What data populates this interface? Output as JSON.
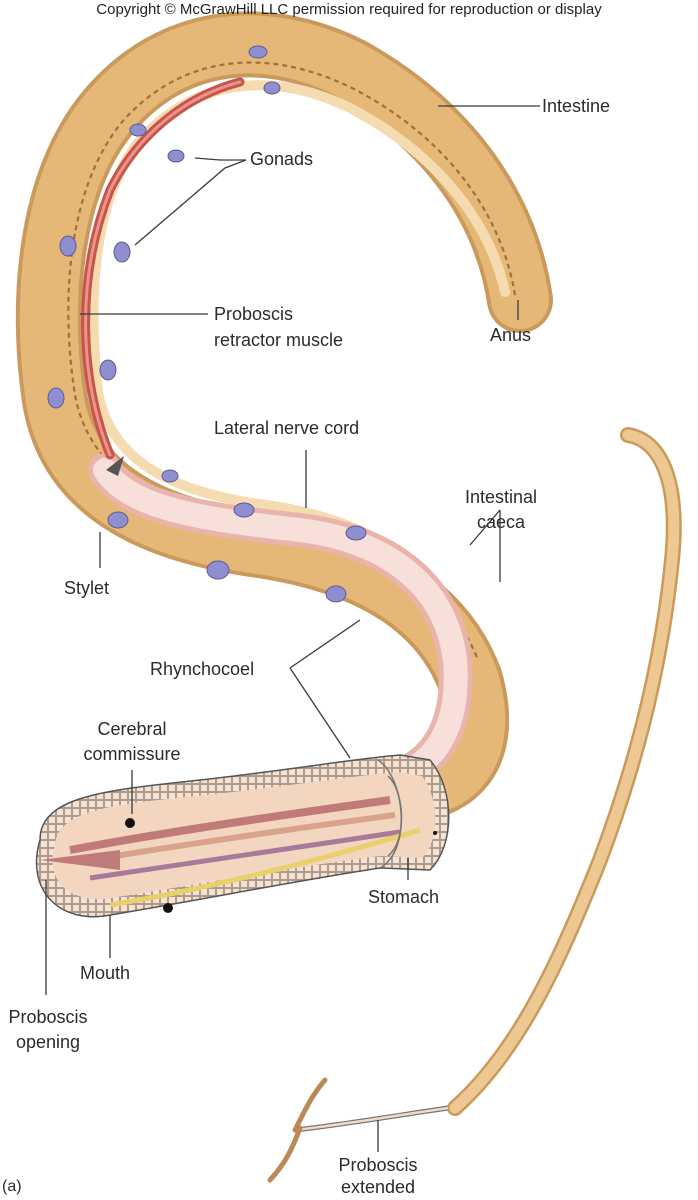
{
  "copyright": "Copyright © McGrawHill LLC permission required for reproduction or display",
  "panel_label": "(a)",
  "labels": {
    "intestine": "Intestine",
    "gonads": "Gonads",
    "proboscis_retractor_1": "Proboscis",
    "proboscis_retractor_2": "retractor muscle",
    "anus": "Anus",
    "lateral_nerve_cord": "Lateral nerve cord",
    "intestinal_caeca_1": "Intestinal",
    "intestinal_caeca_2": "caeca",
    "stylet": "Stylet",
    "rhynchocoel": "Rhynchocoel",
    "cerebral_commissure_1": "Cerebral",
    "cerebral_commissure_2": "commissure",
    "stomach": "Stomach",
    "mouth": "Mouth",
    "proboscis_opening_1": "Proboscis",
    "proboscis_opening_2": "opening",
    "proboscis_extended_1": "Proboscis",
    "proboscis_extended_2": "extended"
  },
  "colors": {
    "body_outer": "#c99a5c",
    "body_tan": "#e6b878",
    "body_light": "#f5dcb0",
    "rhynchocoel": "#f3d2cc",
    "muscle": "#c8544a",
    "gonad": "#8f8fd0",
    "nerve": "#e8d06a",
    "line": "#3a3a3a"
  }
}
